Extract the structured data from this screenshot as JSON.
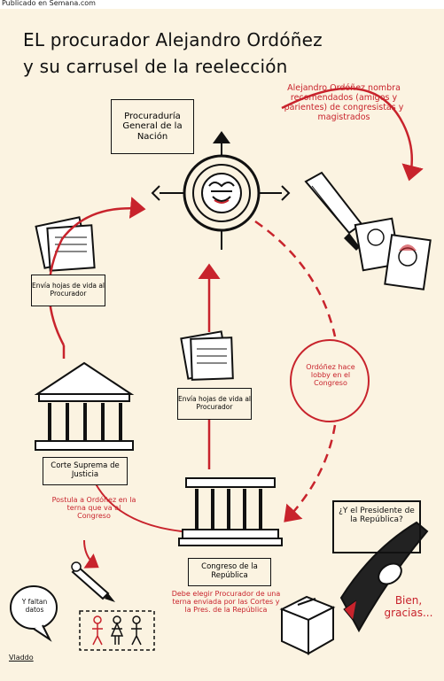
{
  "header": {
    "source_text": "Publicado en Semana.com"
  },
  "title": {
    "line1": "EL procurador Alejandro Ordóñez",
    "line2": "y su carrusel de la reelección"
  },
  "nodes": {
    "procuraduria": "Procuraduría General de la Nación",
    "nombra": "Alejandro Ordóñez nombra recomendados (amigos y parientes) de congresistas y magistrados",
    "envia_left": "Envía hojas de vida al Procurador",
    "envia_center": "Envía hojas de vida al Procurador",
    "corte": "Corte Suprema de Justicia",
    "postula": "Postula a Ordóñez en la terna que va al Congreso",
    "lobby": "Ordóñez hace lobby en el Congreso",
    "congreso": "Congreso de la República",
    "elige": "Debe elegir Procurador de una terna enviada por las Cortes y la Pres. de la República",
    "presidente_q": "¿Y el Presidente de la República?",
    "bien": "Bien, gracias...",
    "faltan": "Y faltan datos"
  },
  "credit": "Vladdo",
  "colors": {
    "background": "#fbf3e1",
    "ink": "#111111",
    "accent_red": "#c8232c"
  },
  "icons": [
    "target-emblem-icon",
    "fountain-pen-icon",
    "photos-icon",
    "documents-icon",
    "temple-icon",
    "pencil-icon",
    "ballot-box-icon",
    "speech-bubble-icon",
    "blade-icon"
  ]
}
